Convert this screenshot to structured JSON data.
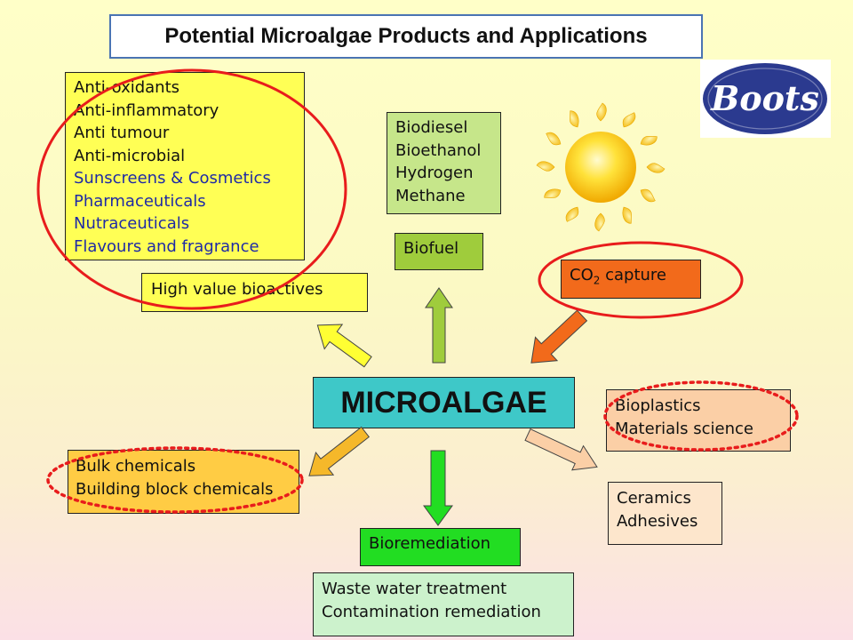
{
  "title": "Potential Microalgae Products and Applications",
  "logo": {
    "text": "Boots",
    "bg": "#2b3a8f"
  },
  "center": "MICROALGAE",
  "bioactives": {
    "lines_black": [
      "Anti-oxidants",
      "Anti-inflammatory",
      "Anti tumour",
      "Anti-microbial"
    ],
    "lines_blue": [
      "Sunscreens  & Cosmetics",
      "Pharmaceuticals",
      "Nutraceuticals",
      "Flavours and fragrance"
    ],
    "label": "High value bioactives"
  },
  "fuels": {
    "lines": [
      "Biodiesel",
      "Bioethanol",
      "Hydrogen",
      "Methane"
    ],
    "label": "Biofuel"
  },
  "co2": {
    "prefix": "CO",
    "sub": "2",
    "suffix": " capture"
  },
  "chemicals": {
    "lines": [
      "Bulk chemicals",
      "Building block chemicals"
    ]
  },
  "materials": {
    "lines": [
      "Bioplastics",
      "Materials science"
    ]
  },
  "ceramics": {
    "lines": [
      "Ceramics",
      "Adhesives"
    ]
  },
  "remediation": {
    "label": "Bioremediation",
    "lines": [
      "Waste water treatment",
      "Contamination remediation"
    ]
  },
  "colors": {
    "yellow_box": "#ffff55",
    "green_box": "#c6e68a",
    "biofuel_box": "#9fcc3c",
    "orange_box": "#f26a1b",
    "chem_box": "#ffcc44",
    "peach_box": "#fbcfa6",
    "light_peach": "#fde6cc",
    "bright_green": "#22dd22",
    "light_green": "#ccf2cc",
    "red_ring": "#e81c1c"
  }
}
